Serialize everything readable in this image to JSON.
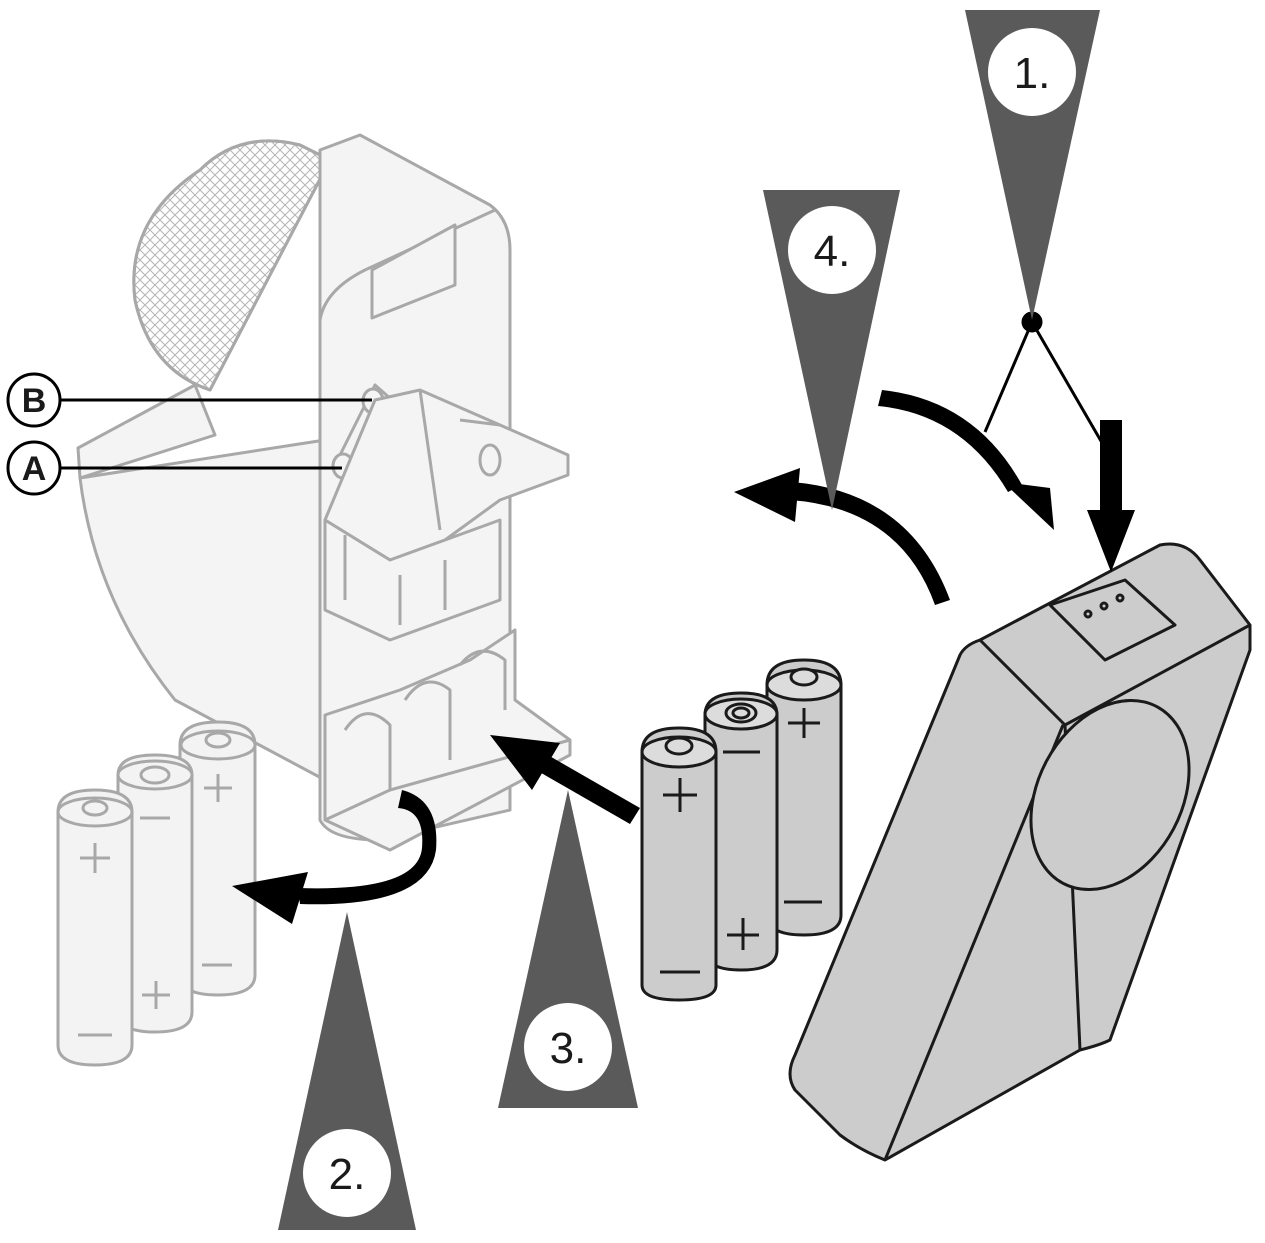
{
  "callouts": {
    "step1": "1.",
    "step2": "2.",
    "step3": "3.",
    "step4": "4."
  },
  "reference_labels": {
    "a": "A",
    "b": "B"
  },
  "colors": {
    "callout_fill": "#5a5a5a",
    "device_body": "#cccccc",
    "faded_outline": "#a8a8a8",
    "faded_fill": "#f3f3f3",
    "arrow": "#000000"
  }
}
